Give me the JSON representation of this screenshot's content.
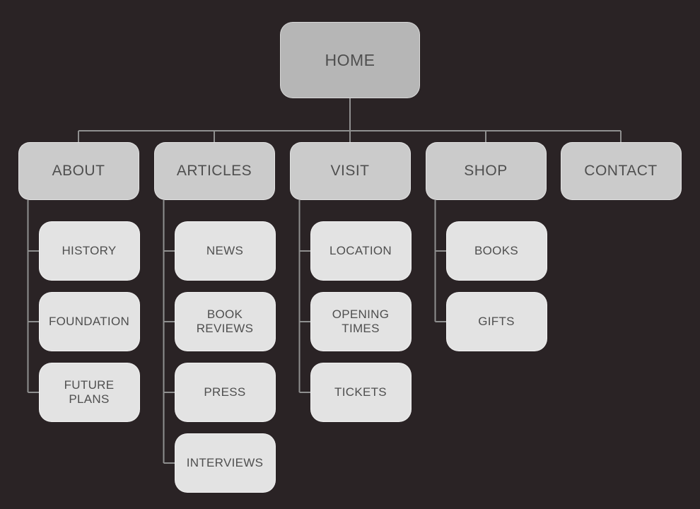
{
  "diagram": {
    "type": "sitemap-hierarchy",
    "colors": {
      "background": "#2a2325",
      "connector": "#8f8f8f",
      "root_fill": "#b6b6b6",
      "branch_fill": "#cbcbcb",
      "child_fill": "#e3e3e3",
      "text": "#4f4f4f"
    },
    "root": {
      "label": "HOME"
    },
    "branches": [
      {
        "label": "ABOUT",
        "children": [
          {
            "label": "HISTORY"
          },
          {
            "label": "FOUNDATION"
          },
          {
            "label": "FUTURE PLANS"
          }
        ]
      },
      {
        "label": "ARTICLES",
        "children": [
          {
            "label": "NEWS"
          },
          {
            "label": "BOOK REVIEWS"
          },
          {
            "label": "PRESS"
          },
          {
            "label": "INTERVIEWS"
          }
        ]
      },
      {
        "label": "VISIT",
        "children": [
          {
            "label": "LOCATION"
          },
          {
            "label": "OPENING TIMES"
          },
          {
            "label": "TICKETS"
          }
        ]
      },
      {
        "label": "SHOP",
        "children": [
          {
            "label": "BOOKS"
          },
          {
            "label": "GIFTS"
          }
        ]
      },
      {
        "label": "CONTACT",
        "children": []
      }
    ]
  }
}
